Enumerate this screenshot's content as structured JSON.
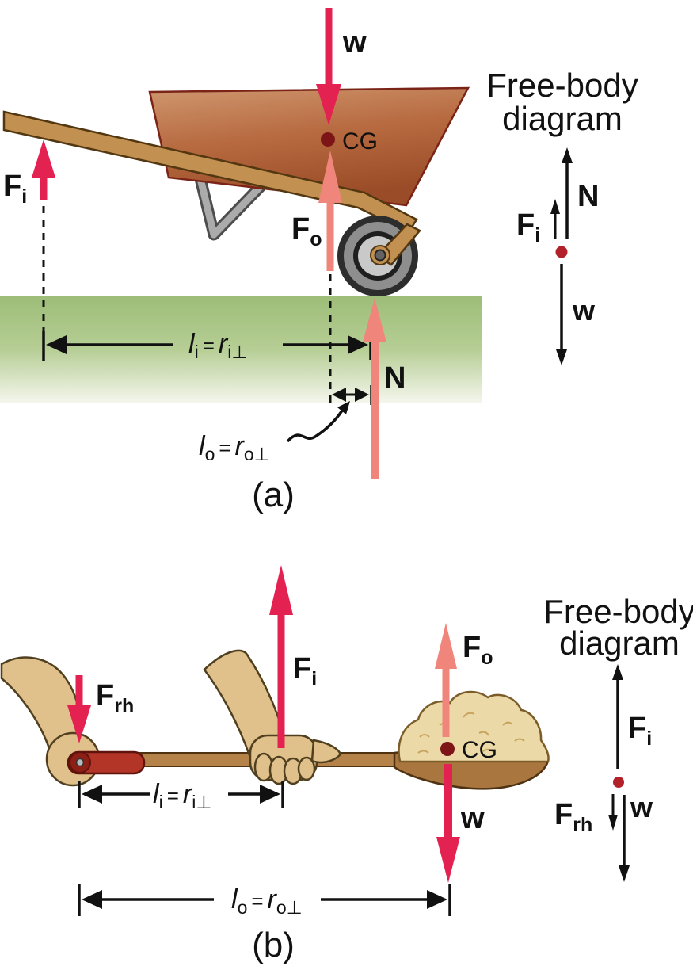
{
  "figure": {
    "type": "physics lever diagrams: wheelbarrow and shovel with free-body diagrams",
    "colors": {
      "input_force_arrow": "#e32251",
      "output_force_arrow": "#f0857b",
      "cg_dot": "#7d1517",
      "fbd_dot": "#b2212a",
      "diagram_black": "#111111",
      "tub_light": "#cf976f",
      "tub_dark": "#9a4c28",
      "wood": "#c29050",
      "metal_gray": "#ababab",
      "ground_green": "#9dbd78",
      "sand": "#ecd9a8",
      "skin": "#e0c18b",
      "grip_red": "#b23527"
    }
  },
  "part_a": {
    "caption": "(a)",
    "labels": {
      "w_top": "w",
      "cg": "CG",
      "f_i": {
        "base": "F",
        "sub": "i"
      },
      "f_o": {
        "base": "F",
        "sub": "o"
      },
      "n_ground": "N",
      "l_i": {
        "l": "l",
        "l_sub": "i",
        "eq": "=",
        "r": "r",
        "r_sub": "i⊥"
      },
      "l_o": {
        "l": "l",
        "l_sub": "o",
        "eq": "=",
        "r": "r",
        "r_sub": "o⊥"
      }
    },
    "fbd": {
      "title_line1": "Free-body",
      "title_line2": "diagram",
      "n": "N",
      "f_i": {
        "base": "F",
        "sub": "i"
      },
      "w": "w"
    }
  },
  "part_b": {
    "caption": "(b)",
    "labels": {
      "f_rh": {
        "base": "F",
        "sub": "rh"
      },
      "f_i": {
        "base": "F",
        "sub": "i"
      },
      "f_o": {
        "base": "F",
        "sub": "o"
      },
      "cg": "CG",
      "w": "w",
      "l_i": {
        "l": "l",
        "l_sub": "i",
        "eq": "=",
        "r": "r",
        "r_sub": "i⊥"
      },
      "l_o": {
        "l": "l",
        "l_sub": "o",
        "eq": "=",
        "r": "r",
        "r_sub": "o⊥"
      }
    },
    "fbd": {
      "title_line1": "Free-body",
      "title_line2": "diagram",
      "f_i": {
        "base": "F",
        "sub": "i"
      },
      "f_rh": {
        "base": "F",
        "sub": "rh"
      },
      "w": "w"
    }
  }
}
